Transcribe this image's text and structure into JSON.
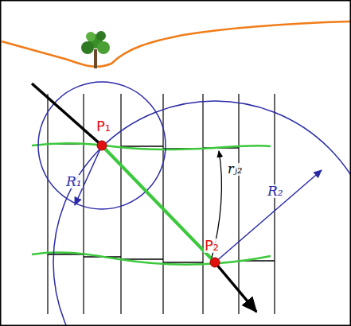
{
  "diagram": {
    "labels": [
      "P₁",
      "P₂",
      "R₁",
      "R₂",
      "rⱼ₂"
    ]
  }
}
